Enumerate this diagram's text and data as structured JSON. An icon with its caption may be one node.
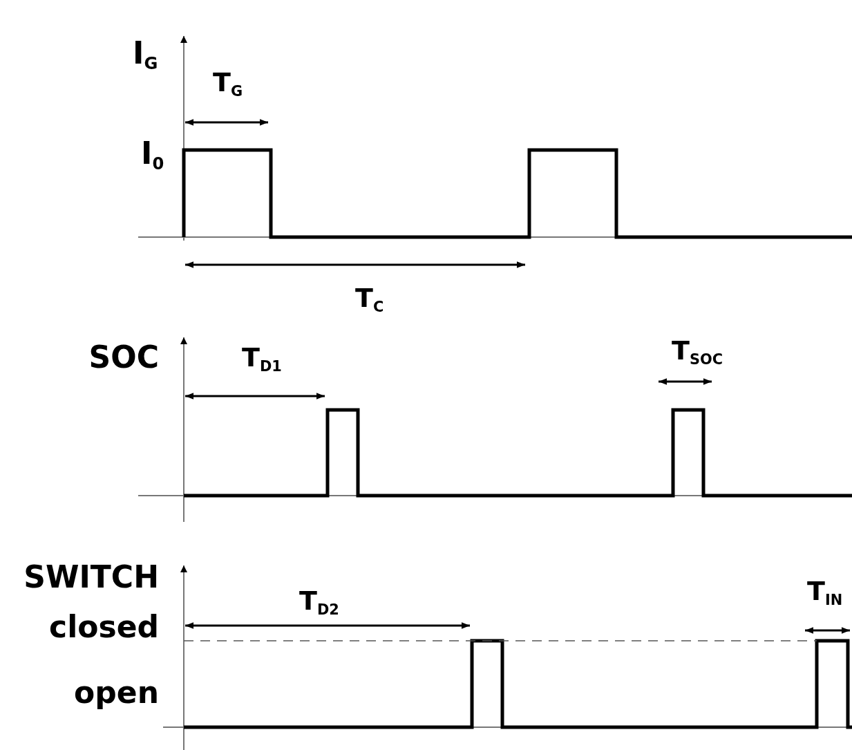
{
  "diagram": {
    "labels": [
      "I$_{G}$",
      "T$_{G}$",
      "I$_{0}$",
      "T$_{C}$",
      "SOC",
      "T$_{D1}$",
      "T$_{SOC}$",
      "SWITCH",
      "T$_{D2}$",
      "T$_{IN}$",
      "closed",
      "open"
    ]
  }
}
